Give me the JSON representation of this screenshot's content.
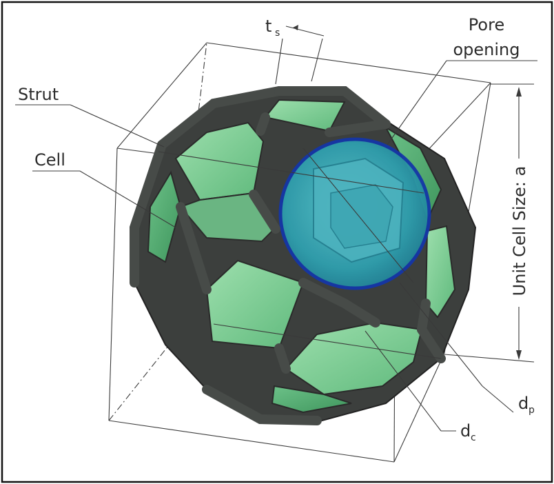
{
  "figure": {
    "labels": {
      "strut": "Strut",
      "cell": "Cell",
      "pore_opening_line1": "Pore",
      "pore_opening_line2": "opening",
      "unit_cell_size": "Unit Cell Size: a",
      "ts_main": "t",
      "ts_sub": "s",
      "dc_main": "d",
      "dc_sub": "c",
      "dp_main": "d",
      "dp_sub": "p"
    },
    "colors": {
      "strut": "#3c3f3d",
      "strut_highlight": "#5a5e5b",
      "cell_face": "#7fcf95",
      "cell_face_dark": "#4ea86b",
      "pore_sphere": "#2fa0b0",
      "pore_edge": "#1436a8",
      "outline": "#3a3a3a",
      "border": "#111111"
    }
  }
}
